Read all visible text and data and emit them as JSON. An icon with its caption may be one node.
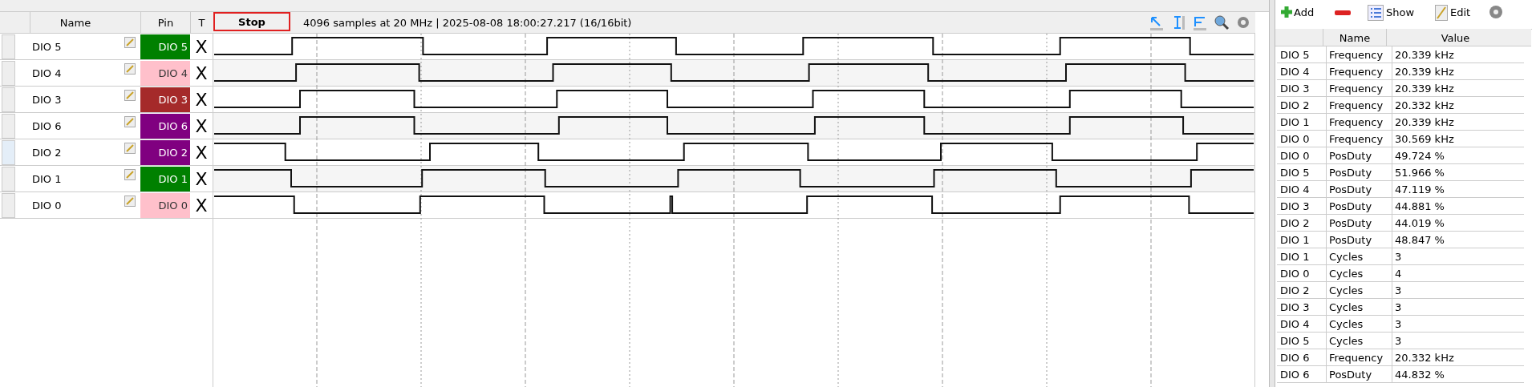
{
  "diagram": {
    "labels": [
      "Name",
      "Pin",
      "T",
      "Stop",
      "4096 samples at 20 MHz | 2025-08-08 18:00:27.217 (16/16bit)",
      "DIO 5",
      "DIO 5",
      "X",
      "DIO 4",
      "DIO 4",
      "X",
      "DIO 3",
      "DIO 3",
      "X",
      "DIO 6",
      "DIO 6",
      "X",
      "DIO 2",
      "DIO 2",
      "X",
      "DIO 1",
      "DIO 1",
      "X",
      "DIO 0",
      "DIO 0",
      "X",
      "Add",
      "Show",
      "Edit",
      "Name",
      "Value",
      "DIO 5",
      "Frequency",
      "20.339 kHz",
      "DIO 4",
      "Frequency",
      "20.339 kHz",
      "DIO 3",
      "Frequency",
      "20.339 kHz",
      "DIO 2",
      "Frequency",
      "20.332 kHz",
      "DIO 1",
      "Frequency",
      "20.339 kHz",
      "DIO 0",
      "Frequency",
      "30.569 kHz",
      "DIO 0",
      "PosDuty",
      "49.724 %",
      "DIO 5",
      "PosDuty",
      "51.966 %",
      "DIO 4",
      "PosDuty",
      "47.119 %",
      "DIO 3",
      "PosDuty",
      "44.881 %",
      "DIO 2",
      "PosDuty",
      "44.019 %",
      "DIO 1",
      "PosDuty",
      "48.847 %",
      "DIO 1",
      "Cycles",
      "3",
      "DIO 0",
      "Cycles",
      "4",
      "DIO 2",
      "Cycles",
      "3",
      "DIO 3",
      "Cycles",
      "3",
      "DIO 4",
      "Cycles",
      "3",
      "DIO 5",
      "Cycles",
      "3",
      "DIO 6",
      "Frequency",
      "20.332 kHz",
      "DIO 6",
      "PosDuty",
      "44.832 %"
    ]
  }
}
